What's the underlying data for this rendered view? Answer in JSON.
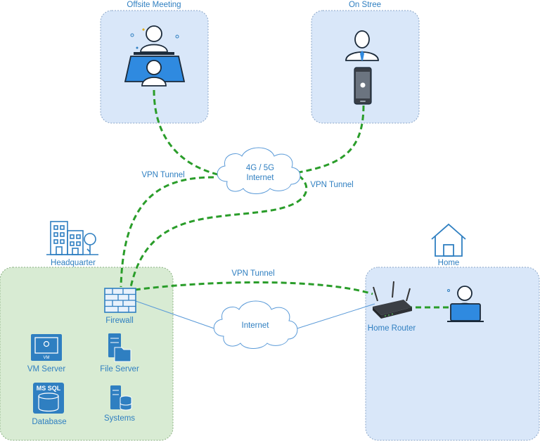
{
  "zones": {
    "offsite": {
      "title": "Offsite Meeting"
    },
    "onstreet": {
      "title": "On Stree"
    },
    "headquarter": {
      "title": "Headquarter"
    },
    "home": {
      "title": "Home"
    }
  },
  "clouds": {
    "mobile": {
      "line1": "4G / 5G",
      "line2": "Internet"
    },
    "internet": {
      "label": "Internet"
    }
  },
  "links": {
    "vpn_left": "VPN Tunnel",
    "vpn_right": "VPN Tunnel",
    "vpn_home": "VPN Tunnel"
  },
  "devices": {
    "firewall": "Firewall",
    "vm_server": "VM Server",
    "vm_badge": "VM",
    "file_server": "File Server",
    "database": "Database",
    "database_badge": "MS SQL",
    "systems": "Systems",
    "home_router": "Home Router"
  },
  "colors": {
    "vpn_line": "#2a9d2a",
    "hq_fill": "#d8ebd3",
    "zone_fill": "#d9e7f9",
    "icon_blue": "#2f7fc1",
    "label_blue": "#2f7fc1"
  }
}
